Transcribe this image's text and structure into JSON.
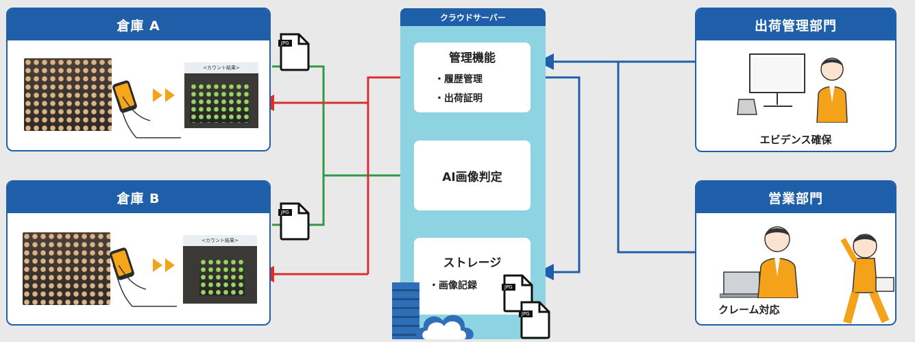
{
  "warehouse_a": {
    "title": "倉庫 A",
    "result_caption": "<カウント結果>"
  },
  "warehouse_b": {
    "title": "倉庫 B",
    "result_caption": "<カウント結果>"
  },
  "cloud": {
    "title": "クラウドサーバー",
    "management": {
      "title": "管理機能",
      "items": [
        "・履歴管理",
        "・出荷証明"
      ]
    },
    "ai": {
      "title": "AI画像判定"
    },
    "storage": {
      "title": "ストレージ",
      "items": [
        "・画像記録"
      ]
    }
  },
  "jpg_label": "JPG",
  "shipping": {
    "title": "出荷管理部門",
    "caption": "エビデンス確保"
  },
  "sales": {
    "title": "営業部門",
    "caption": "クレーム対応"
  },
  "colors": {
    "blue": "#1f5ea8",
    "green": "#2e9a47",
    "red": "#d9302f",
    "cloud": "#8dd3e2",
    "orange": "#f3a21a"
  }
}
